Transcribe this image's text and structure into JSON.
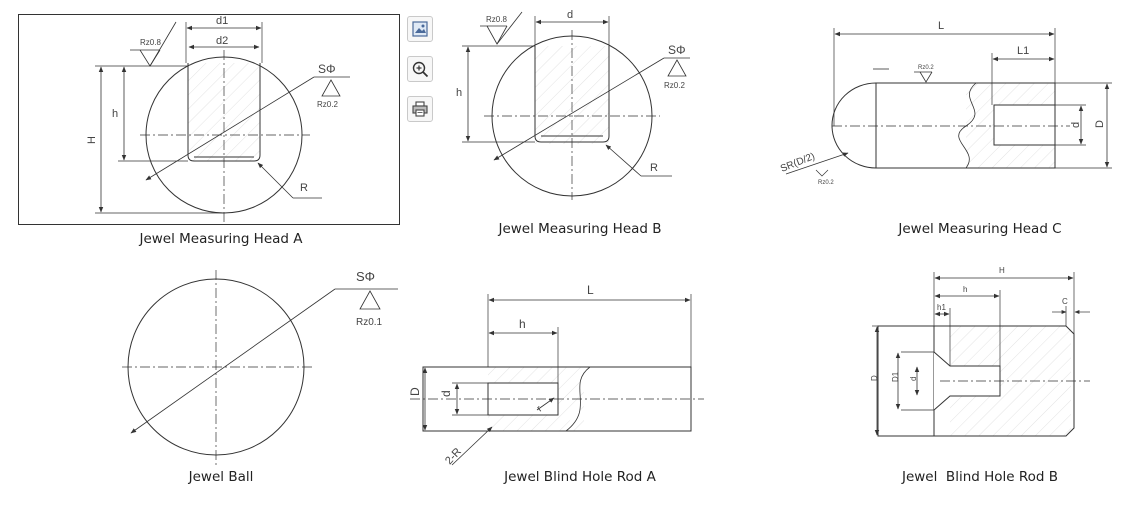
{
  "captions": {
    "head_a": "Jewel Measuring Head A",
    "head_b": "Jewel Measuring Head B",
    "head_c": "Jewel Measuring Head C",
    "ball": "Jewel Ball",
    "rod_a": "Jewel Blind Hole Rod A",
    "rod_b": "Jewel  Blind Hole Rod B"
  },
  "head_a": {
    "d1": "d1",
    "d2": "d2",
    "H": "H",
    "h": "h",
    "R": "R",
    "s_phi": "SΦ",
    "rz_top": "Rz0.8",
    "rz_right": "Rz0.2"
  },
  "head_b": {
    "d": "d",
    "h": "h",
    "R": "R",
    "s_phi": "SΦ",
    "rz_top": "Rz0.8",
    "rz_right": "Rz0.2"
  },
  "head_c": {
    "L": "L",
    "L1": "L1",
    "d": "d",
    "D": "D",
    "sr": "SR(D/2)",
    "rz_top": "Rz0.2",
    "rz_small": "Rz0.2"
  },
  "ball": {
    "s_phi": "SΦ",
    "rz": "Rz0.1"
  },
  "rod_a": {
    "L": "L",
    "h": "h",
    "D": "D",
    "d": "d",
    "r": "r",
    "two_r": "2-R"
  },
  "rod_b": {
    "H": "H",
    "h": "h",
    "h1": "h1",
    "C": "C",
    "D": "D",
    "D1": "D1",
    "d": "d"
  },
  "toolbar": {
    "image_icon": "image-icon",
    "zoom_icon": "zoom-in-icon",
    "print_icon": "print-icon"
  }
}
